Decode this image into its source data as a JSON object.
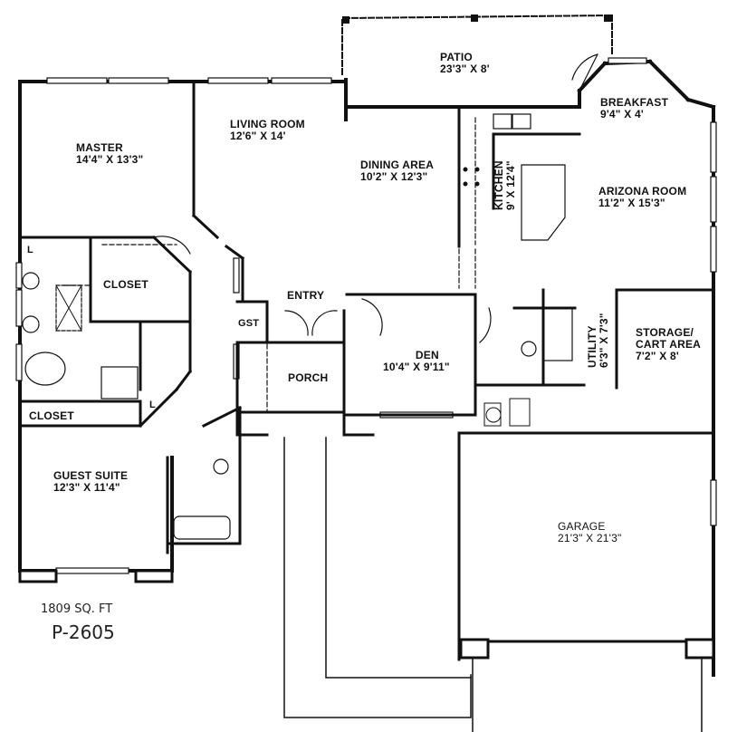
{
  "plan": {
    "square_feet": "1809 SQ. FT",
    "plan_number": "P-2605"
  },
  "rooms": {
    "patio": {
      "name": "PATIO",
      "dim": "23'3\" X 8'"
    },
    "breakfast": {
      "name": "BREAKFAST",
      "dim": "9'4\" X 4'"
    },
    "master": {
      "name": "MASTER",
      "dim": "14'4\" X 13'3\""
    },
    "living_room": {
      "name": "LIVING ROOM",
      "dim": "12'6\" X 14'"
    },
    "dining_area": {
      "name": "DINING AREA",
      "dim": "10'2\" X 12'3\""
    },
    "kitchen": {
      "name": "KITCHEN",
      "dim": "9' X 12'4\""
    },
    "arizona_room": {
      "name": "ARIZONA ROOM",
      "dim": "11'2\" X 15'3\""
    },
    "closet_master": {
      "name": "CLOSET"
    },
    "closet_hall": {
      "name": "CLOSET"
    },
    "linen_1": {
      "name": "L"
    },
    "linen_2": {
      "name": "L"
    },
    "entry": {
      "name": "ENTRY"
    },
    "gst": {
      "name": "GST"
    },
    "porch": {
      "name": "PORCH"
    },
    "den": {
      "name": "DEN",
      "dim": "10'4\" X 9'11\""
    },
    "utility": {
      "name": "UTILITY",
      "dim": "6'3\" X 7'3\""
    },
    "storage": {
      "name": "STORAGE/",
      "name2": "CART AREA",
      "dim": "7'2\" X 8'"
    },
    "guest_suite": {
      "name": "GUEST SUITE",
      "dim": "12'3\" X 11'4\""
    },
    "garage": {
      "name": "GARAGE",
      "dim": "21'3\" X 21'3\""
    }
  }
}
